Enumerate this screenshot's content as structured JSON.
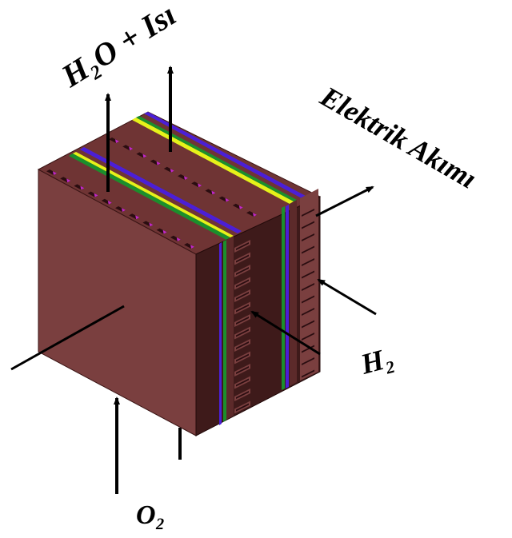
{
  "labels": {
    "exhaust": "H₂O + Isı",
    "current": "Elektrik Akımı",
    "hydrogen": "H₂",
    "oxygen": "O₂"
  },
  "colors": {
    "body_front": "#7a3f3f",
    "body_top": "#6f3434",
    "body_side": "#3e1a1a",
    "channel": "#2a0d10",
    "channel_tint": "#c028c8",
    "electrolyte_purple": "#4b1fd6",
    "electrolyte_yellow": "#e6f21a",
    "electrolyte_green": "#1b8f2c",
    "arrow": "#000000"
  },
  "icons": [
    "arrow-up-icon",
    "arrow-in-icon",
    "arrow-out-icon"
  ]
}
